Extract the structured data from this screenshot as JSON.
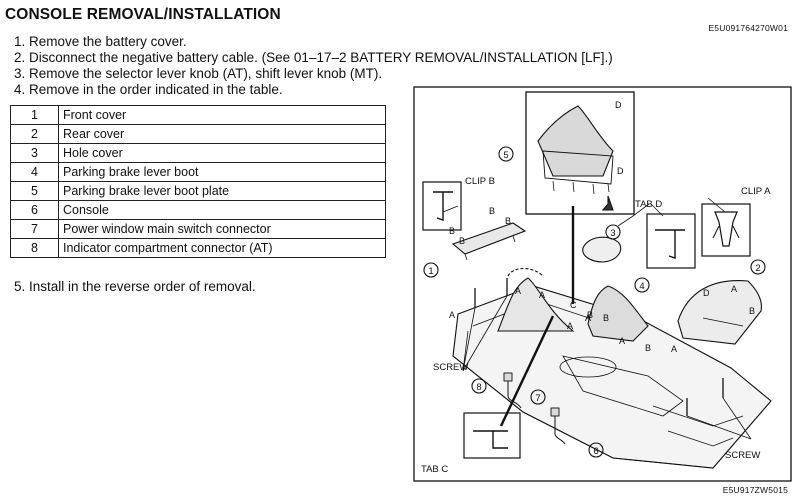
{
  "header": {
    "title": "CONSOLE REMOVAL/INSTALLATION",
    "doc_id": "E5U091764270W01"
  },
  "steps": [
    "1.  Remove the battery cover.",
    "2.  Disconnect the negative battery cable. (See 01–17–2 BATTERY REMOVAL/INSTALLATION [LF].)",
    "3.  Remove the selector lever knob (AT), shift lever knob (MT).",
    "4.  Remove in the order indicated in the table."
  ],
  "parts_table": [
    {
      "num": "1",
      "name": "Front cover"
    },
    {
      "num": "2",
      "name": "Rear cover"
    },
    {
      "num": "3",
      "name": "Hole cover"
    },
    {
      "num": "4",
      "name": "Parking brake lever boot"
    },
    {
      "num": "5",
      "name": "Parking brake lever boot plate"
    },
    {
      "num": "6",
      "name": "Console"
    },
    {
      "num": "7",
      "name": "Power window main switch connector"
    },
    {
      "num": "8",
      "name": "Indicator compartment connector (AT)"
    }
  ],
  "final_step": "5.  Install in the reverse order of removal.",
  "figure": {
    "labels": {
      "clip_b": "CLIP B",
      "clip_a": "CLIP A",
      "tab_d": "TAB D",
      "tab_c": "TAB C",
      "screw_left": "SCREW",
      "screw_right": "SCREW",
      "letter_a": "A",
      "letter_b": "B",
      "letter_c": "C",
      "letter_d": "D"
    },
    "callouts": [
      "1",
      "2",
      "3",
      "4",
      "5",
      "6",
      "7",
      "8"
    ],
    "figure_id": "E5U917ZW5015"
  }
}
